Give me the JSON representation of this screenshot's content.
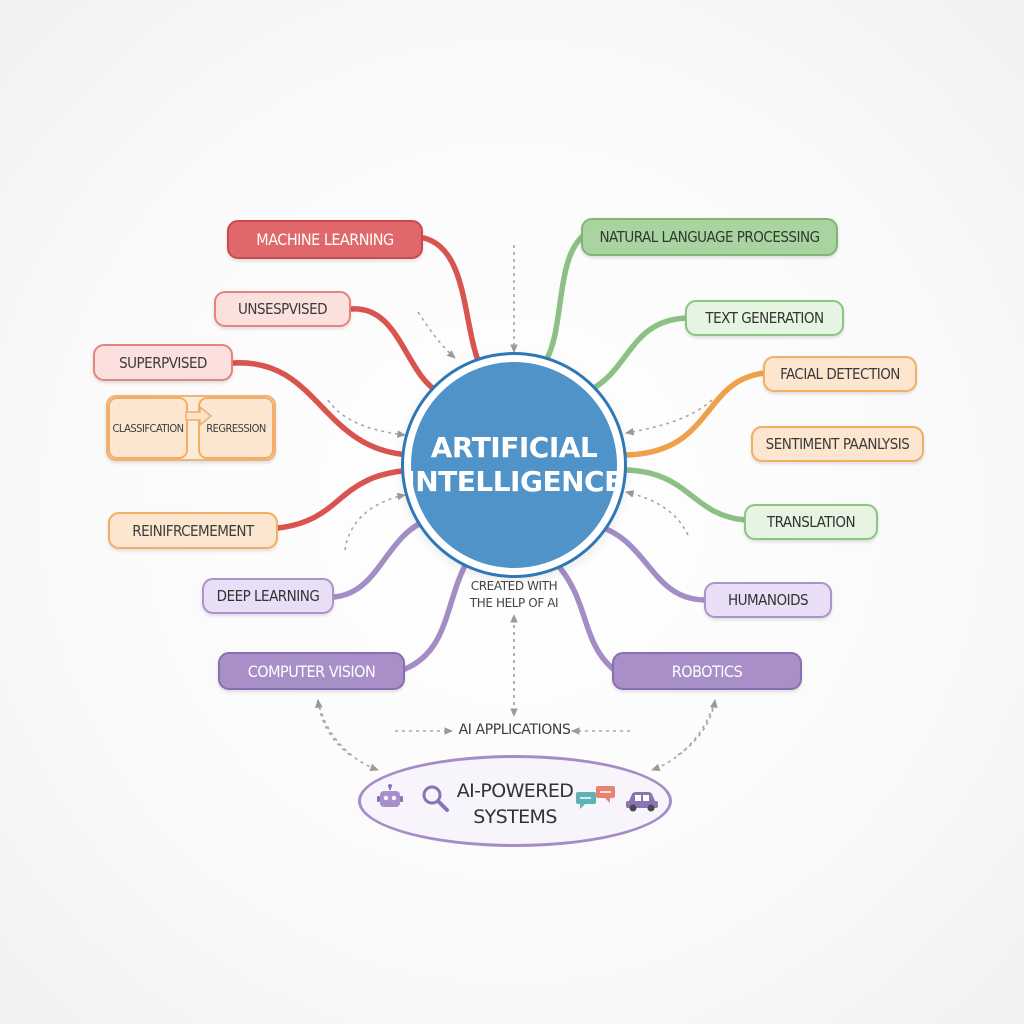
{
  "center": {
    "line1": "ARTIFICIAL",
    "line2": "INTELLIGENCE"
  },
  "nodes": {
    "machine_learning": "MACHINE LEARNING",
    "unsupervised": "UNSESPVISED",
    "supervised": "SUPERPVISED",
    "classification": "CLASSIFCATION",
    "regression": "REGRESSION",
    "reinforcement": "REINIFRCEMEMENT",
    "deep_learning": "DEEP LEARNING",
    "computer_vision": "COMPUTER VISION",
    "nlp": "NATURAL LANGUAGE PROCESSING",
    "text_generation": "TEXT GENERATION",
    "facial_detection": "FACIAL DETECTION",
    "sentiment": "SENTIMENT PAANLYSIS",
    "translation": "TRANSLATION",
    "humanoids": "HUMANOIDS",
    "robotics": "ROBOTICS"
  },
  "notes": {
    "created_line1": "CREATED WITH",
    "created_line2": "THE HELP OF AI",
    "ai_applications": "AI APPLICATIONS"
  },
  "systems": {
    "line1": "AI-POWERED",
    "line2": "SYSTEMS",
    "icons": [
      "robot-icon",
      "magnifier-icon",
      "chat-bubbles-icon",
      "car-icon"
    ]
  },
  "colors": {
    "red": "#d9534f",
    "orange": "#f0a04b",
    "green": "#8cc084",
    "purple": "#a48dc7",
    "center_blue": "#4f93c8"
  }
}
